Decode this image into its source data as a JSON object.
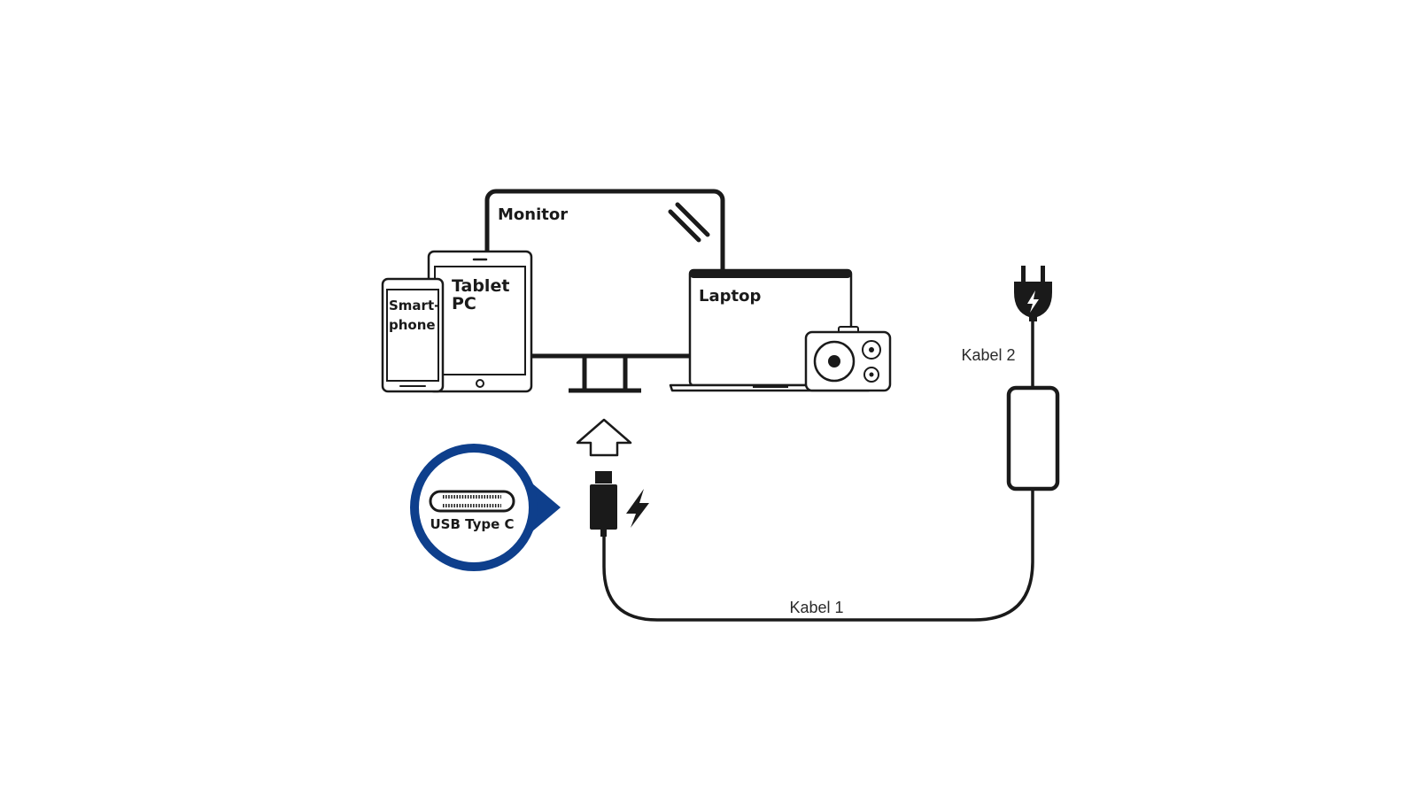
{
  "labels": {
    "monitor": "Monitor",
    "tablet_line1": "Tablet",
    "tablet_line2": "PC",
    "smartphone_line1": "Smart-",
    "smartphone_line2": "phone",
    "laptop": "Laptop",
    "usb_type_c": "USB Type C",
    "kabel_1": "Kabel 1",
    "kabel_2": "Kabel 2"
  },
  "colors": {
    "stroke": "#1a1a1a",
    "badge_blue": "#0e3f8c",
    "background": "#ffffff"
  },
  "icons": [
    "monitor-icon",
    "tablet-icon",
    "smartphone-icon",
    "laptop-icon",
    "camera-icon",
    "usb-c-connector-icon",
    "lightning-icon",
    "power-plug-icon",
    "power-adapter-icon",
    "arrow-up-icon"
  ]
}
